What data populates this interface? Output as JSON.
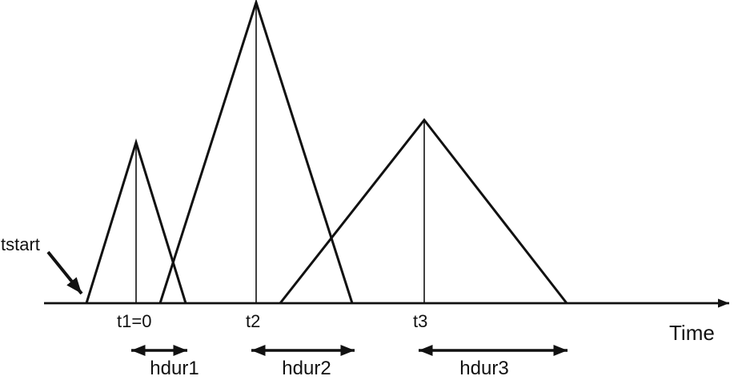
{
  "figure": {
    "title_semantic": "source-time-functions-diagram",
    "tstart_label": "tstart",
    "time_axis_label": "Time",
    "pulses": [
      {
        "time_label": "t1=0",
        "hdur_label": "hdur1"
      },
      {
        "time_label": "t2",
        "hdur_label": "hdur2"
      },
      {
        "time_label": "t3",
        "hdur_label": "hdur3"
      }
    ]
  },
  "colors": {
    "ink": "#111111",
    "background": "#ffffff"
  }
}
